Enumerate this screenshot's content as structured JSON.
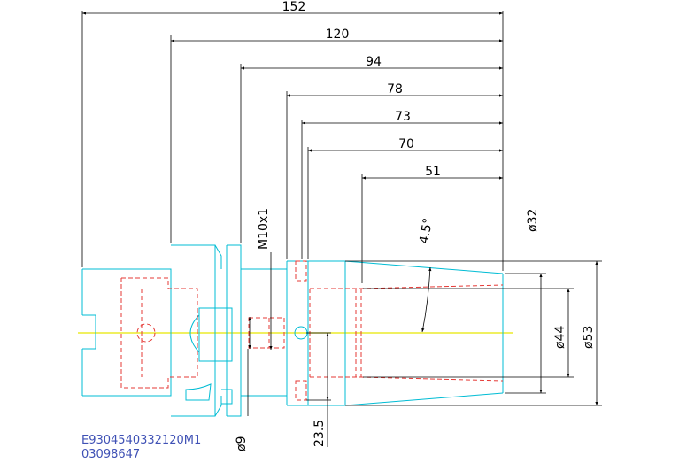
{
  "colors": {
    "outline": "#00bcd4",
    "hidden": "#e53935",
    "centerline": "#e6e600",
    "dimension": "#000000",
    "code": "#3f51b5"
  },
  "dimensions": {
    "d152": "152",
    "d120": "120",
    "d94": "94",
    "d78": "78",
    "d73": "73",
    "d70": "70",
    "d51": "51",
    "angle": "4.5°",
    "thread": "M10x1",
    "dia32": "ø32",
    "dia44": "ø44",
    "dia53": "ø53",
    "dia9": "ø9",
    "d23_5": "23.5"
  },
  "part_code": {
    "line1": "E9304540332120M1",
    "line2": "03098647"
  }
}
